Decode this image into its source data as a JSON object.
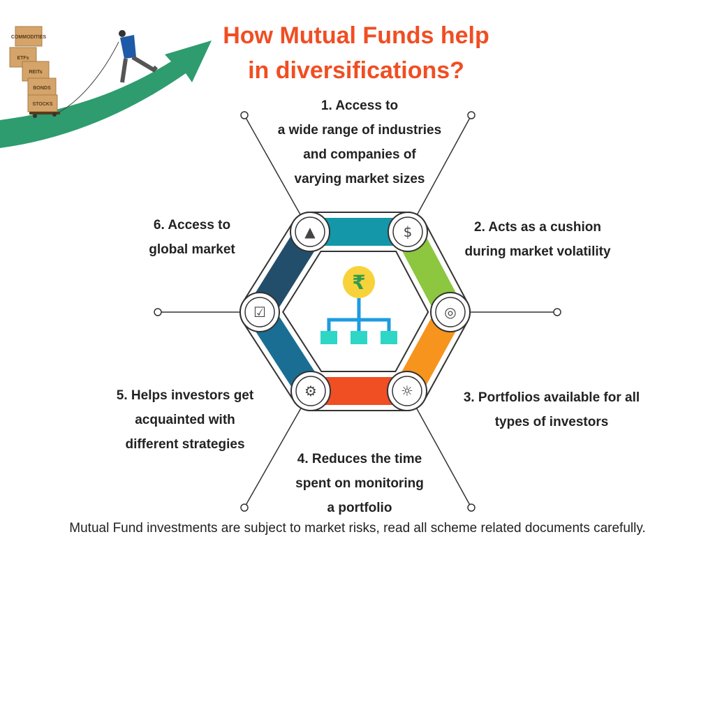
{
  "title": {
    "line1": "How Mutual Funds help",
    "line2": "in diversifications?"
  },
  "illustration": {
    "boxes": [
      "COMMODITIES",
      "ETFs",
      "REITs",
      "BONDS",
      "STOCKS"
    ]
  },
  "center_icon": "rupee-hierarchy-icon",
  "items": [
    {
      "lines": [
        "1. Access to",
        "a wide range of industries",
        "and companies of",
        "varying market sizes"
      ],
      "icon": "money-plant-icon",
      "color": "#1497A8"
    },
    {
      "lines": [
        "2. Acts as a cushion",
        "during market volatility"
      ],
      "icon": "target-icon",
      "color": "#8DC63F"
    },
    {
      "lines": [
        "3. Portfolios available for all",
        "types of investors"
      ],
      "icon": "lightbulb-icon",
      "color": "#F7941D"
    },
    {
      "lines": [
        "4. Reduces the time",
        "spent on monitoring",
        "a portfolio"
      ],
      "icon": "head-gear-icon",
      "color": "#F04E23"
    },
    {
      "lines": [
        "5. Helps investors get",
        "acquainted with",
        "different strategies"
      ],
      "icon": "checklist-icon",
      "color": "#1A6E94"
    },
    {
      "lines": [
        "6. Access to",
        "global market"
      ],
      "icon": "mountain-flag-icon",
      "color": "#234E6B"
    }
  ],
  "disclaimer": "Mutual Fund investments are subject to market risks, read all scheme related documents carefully."
}
